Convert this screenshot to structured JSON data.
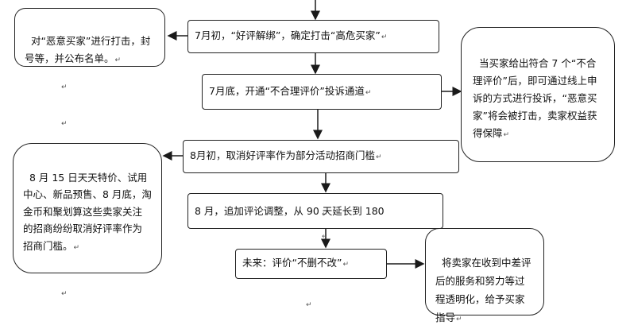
{
  "flow": {
    "step1": "7月初，“好评解绑”，确定打击“高危买家”",
    "step2": "7月底，开通“不合理评价”投诉通道",
    "step3": "8月初，取消好评率作为部分活动招商门槛",
    "step4": "8 月，追加评论调整，从 90 天延长到 180",
    "step5": "未来：评价“不删不改”"
  },
  "notes": {
    "note_left_top": "对“恶意买家”进行打击，封号等，并公布名单。",
    "note_right_top": "当买家给出符合 7 个“不合理评价”后，即可通过线上申诉的方式进行投诉，“恶意买家”将会被打击，卖家权益获得保障",
    "note_left_mid": "8 月 15 日天天特价、试用中心、新品预售、8 月底，淘金币和聚划算这些卖家关注的招商纷纷取消好评率作为招商门槛。",
    "note_right_bottom": "将卖家在收到中差评后的服务和努力等过程透明化，给予买家指导"
  },
  "colors": {
    "line": "#1a1a1a",
    "border": "#222222",
    "background": "#ffffff"
  },
  "icons": [
    "paragraph-mark-icon",
    "arrow-down-icon",
    "arrow-left-icon",
    "arrow-right-icon"
  ]
}
